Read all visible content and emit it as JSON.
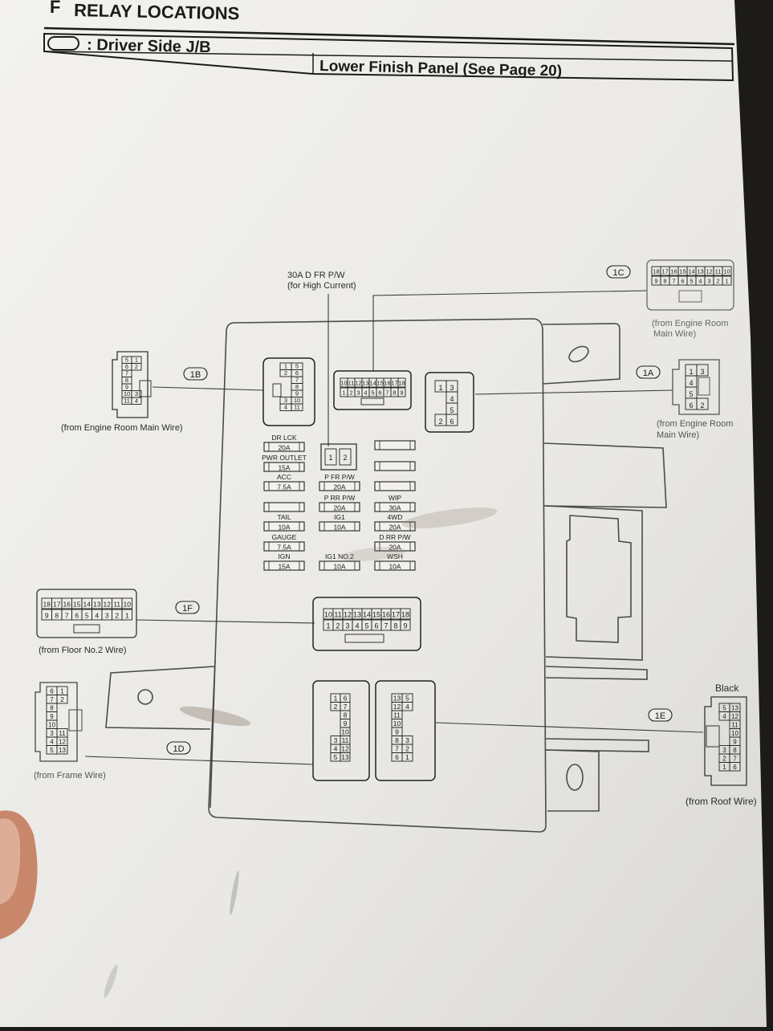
{
  "header": {
    "section_letter": "F",
    "section_title": "RELAY LOCATIONS",
    "jb_title": ": Driver Side J/B",
    "location": "Lower Finish Panel (See Page 20)"
  },
  "top_fuse": {
    "line1": "30A D FR P/W",
    "line2": "(for High Current)"
  },
  "connectors": {
    "c1a": {
      "code": "1A",
      "source_line1": "(from Engine Room",
      "source_line2": "Main Wire)",
      "pins": [
        "1",
        "3",
        "4",
        "5",
        "6",
        "2"
      ]
    },
    "c1b": {
      "code": "1B",
      "source": "(from Engine Room Main Wire)",
      "pins": [
        "5",
        "1",
        "6",
        "2",
        "7",
        "8",
        "9",
        "10",
        "3",
        "11",
        "4"
      ]
    },
    "c1c": {
      "code": "1C",
      "source_line1": "(from Engine Room",
      "source_line2": "Main Wire)",
      "row1": [
        "18",
        "17",
        "16",
        "15",
        "14",
        "13",
        "12",
        "11",
        "10"
      ],
      "row2": [
        "9",
        "8",
        "7",
        "6",
        "5",
        "4",
        "3",
        "2",
        "1"
      ]
    },
    "c1d": {
      "code": "1D",
      "source": "(from Frame Wire)",
      "pins": [
        "6",
        "1",
        "7",
        "2",
        "8",
        "9",
        "10",
        "3",
        "11",
        "4",
        "12",
        "5",
        "13"
      ]
    },
    "c1e": {
      "code": "1E",
      "color": "Black",
      "source": "(from Roof Wire)",
      "pins": [
        "5",
        "13",
        "4",
        "12",
        "11",
        "10",
        "9",
        "3",
        "8",
        "2",
        "7",
        "1",
        "6"
      ]
    },
    "c1f": {
      "code": "1F",
      "source": "(from Floor No.2 Wire)",
      "row1": [
        "18",
        "17",
        "16",
        "15",
        "14",
        "13",
        "12",
        "11",
        "10"
      ],
      "row2": [
        "9",
        "8",
        "7",
        "6",
        "5",
        "4",
        "3",
        "2",
        "1"
      ]
    }
  },
  "jb_sockets": {
    "left_1b": [
      "1",
      "5",
      "2",
      "6",
      "7",
      "8",
      "9",
      "3",
      "10",
      "4",
      "11"
    ],
    "top_1c": {
      "row1": [
        "10",
        "11",
        "12",
        "13",
        "14",
        "15",
        "16",
        "17",
        "18"
      ],
      "row2": [
        "1",
        "2",
        "3",
        "4",
        "5",
        "6",
        "7",
        "8",
        "9"
      ]
    },
    "right_1a": [
      "1",
      "3",
      "4",
      "5",
      "2",
      "6"
    ],
    "mid_1f": {
      "row1": [
        "10",
        "11",
        "12",
        "13",
        "14",
        "15",
        "16",
        "17",
        "18"
      ],
      "row2": [
        "1",
        "2",
        "3",
        "4",
        "5",
        "6",
        "7",
        "8",
        "9"
      ]
    },
    "bottom_1d": [
      "1",
      "6",
      "2",
      "7",
      "8",
      "9",
      "10",
      "3",
      "11",
      "4",
      "12",
      "5",
      "13"
    ],
    "bottom_1e": [
      "13",
      "5",
      "12",
      "4",
      "11",
      "10",
      "9",
      "8",
      "3",
      "7",
      "2",
      "6",
      "1"
    ],
    "relay_pins": [
      "1",
      "2"
    ]
  },
  "fuses_left": [
    {
      "name": "DR LCK",
      "amp": "20A"
    },
    {
      "name": "PWR OUTLET",
      "amp": "15A"
    },
    {
      "name": "ACC",
      "amp": "7.5A"
    },
    {
      "name": "",
      "amp": ""
    },
    {
      "name": "TAIL",
      "amp": "10A"
    },
    {
      "name": "GAUGE",
      "amp": "7.5A"
    },
    {
      "name": "IGN",
      "amp": "15A"
    }
  ],
  "fuses_mid": [
    {
      "name": "P FR P/W",
      "amp": "20A"
    },
    {
      "name": "P RR P/W",
      "amp": "20A"
    },
    {
      "name": "IG1",
      "amp": "10A"
    },
    {
      "name": "IG1 NO.2",
      "amp": "10A"
    }
  ],
  "fuses_right": [
    {
      "name": "",
      "amp": ""
    },
    {
      "name": "",
      "amp": ""
    },
    {
      "name": "",
      "amp": ""
    },
    {
      "name": "WIP",
      "amp": "30A"
    },
    {
      "name": "4WD",
      "amp": "20A"
    },
    {
      "name": "D RR P/W",
      "amp": "20A"
    },
    {
      "name": "WSH",
      "amp": "10A"
    }
  ],
  "colors": {
    "paper": "#ecebe7",
    "ink": "#1b1b1b",
    "frame": "#5a5a5a",
    "background": "#1c1b1a",
    "skin": "#c8876a"
  }
}
